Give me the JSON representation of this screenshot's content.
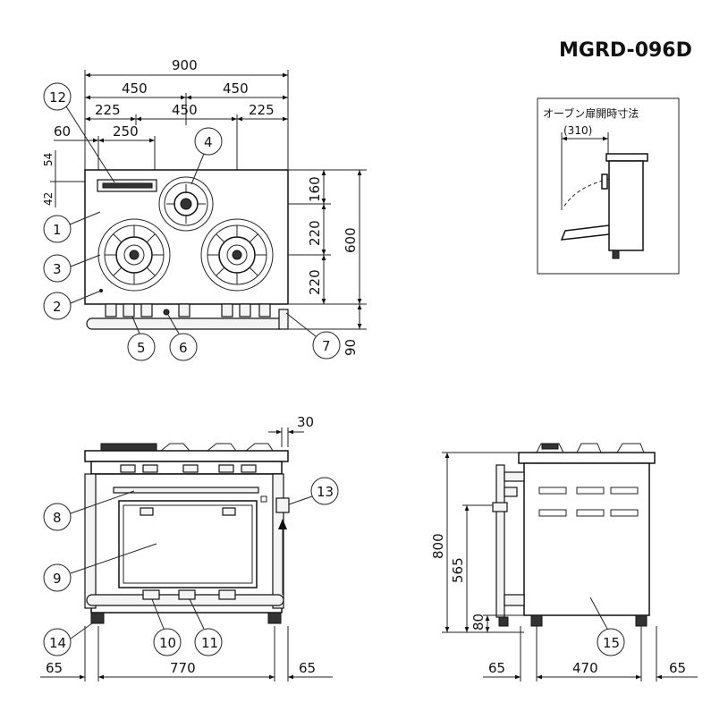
{
  "model": "MGRD-096D",
  "inset_title": "オーブン扉開時寸法",
  "inset_dim": "(310)",
  "top_view": {
    "dims": {
      "total": "900",
      "half_left": "450",
      "half_right": "450",
      "q_left": "225",
      "q_mid": "450",
      "q_right": "225",
      "offset": "60",
      "grill": "250",
      "v54": "54",
      "v42": "42",
      "v160": "160",
      "v220a": "220",
      "v220b": "220",
      "v600": "600",
      "v90": "90"
    },
    "callouts": [
      "12",
      "4",
      "1",
      "3",
      "2",
      "5",
      "6",
      "7"
    ]
  },
  "front_view": {
    "dims": {
      "side": "30",
      "left": "65",
      "width": "770",
      "right": "65"
    },
    "callouts": [
      "8",
      "9",
      "10",
      "11",
      "13",
      "14"
    ]
  },
  "side_view": {
    "dims": {
      "height": "800",
      "oven": "565",
      "leg": "80",
      "left": "65",
      "depth": "470",
      "right": "65"
    },
    "callouts": [
      "15"
    ]
  }
}
